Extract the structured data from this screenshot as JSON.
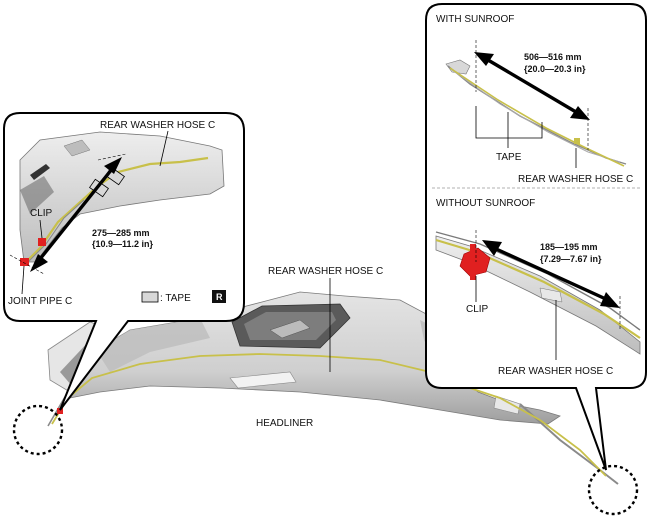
{
  "labels": {
    "headliner": "HEADLINER",
    "rear_washer_hose_main": "REAR WASHER HOSE C"
  },
  "inset_left": {
    "hose_label": "REAR WASHER HOSE C",
    "clip_label": "CLIP",
    "joint_label": "JOINT PIPE C",
    "dim_mm": "275—285 mm",
    "dim_in": "{10.9—11.2 in}",
    "legend_text": ": TAPE",
    "legend_badge": "R"
  },
  "inset_right": {
    "with_title": "WITH SUNROOF",
    "with_dim_mm": "506—516 mm",
    "with_dim_in": "{20.0—20.3 in}",
    "with_tape_label": "TAPE",
    "with_hose_label": "REAR WASHER HOSE C",
    "without_title": "WITHOUT SUNROOF",
    "without_dim_mm": "185—195 mm",
    "without_dim_in": "{7.29—7.67 in}",
    "without_clip_label": "CLIP",
    "without_hose_label": "REAR WASHER HOSE C"
  },
  "colors": {
    "hose": "#c8c04a",
    "clip": "#e02020",
    "tape": "#d8d8d8",
    "headliner_fill": "#d2d2d2",
    "headliner_shade": "#a8a8a8"
  }
}
